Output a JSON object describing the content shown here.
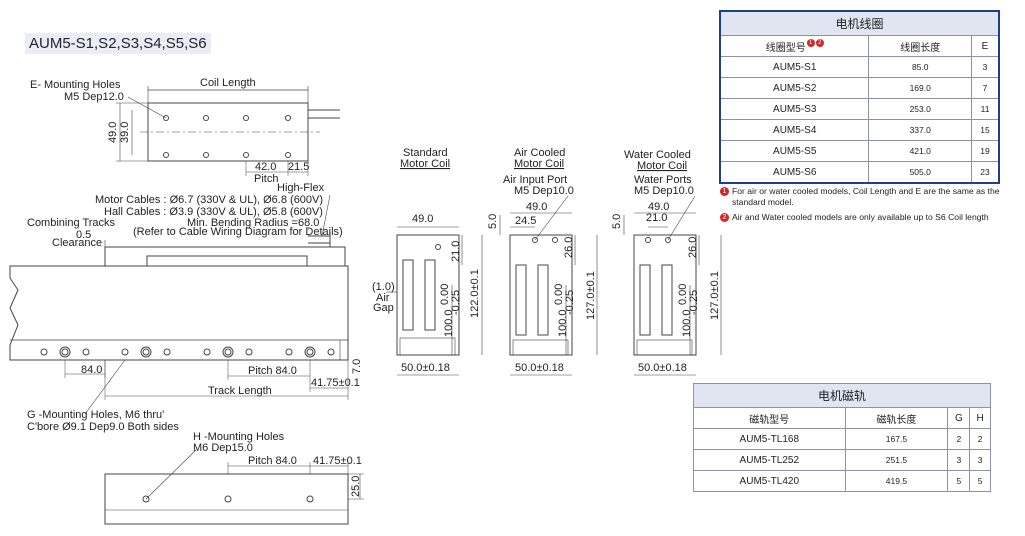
{
  "model_title": "AUM5-S1,S2,S3,S4,S5,S6",
  "top_view": {
    "mounting_holes_title": "E- Mounting Holes",
    "mounting_holes_spec": "M5 Dep12.0",
    "coil_length": "Coil Length",
    "dim_49": "49.0",
    "dim_39": "39.0",
    "dim_42": "42.0",
    "dim_21_5": "21.5",
    "pitch": "Pitch"
  },
  "side_view": {
    "high_flex": "High-Flex",
    "motor_cables": "Motor Cables : Ø6.7 (330V & UL), Ø6.8 (600V)",
    "hall_cables": "Hall Cables : Ø3.9 (330V & UL), Ø5.8 (600V)",
    "bending_radius": "Min. Bending Radius =68.0",
    "cable_ref": "(Refer to Cable Wiring Diagram for Details)",
    "combining_tracks": "Combining Tracks",
    "clearance_value": "0.5",
    "clearance": "Clearance",
    "dim_84": "84.0",
    "pitch_84": "Pitch 84.0",
    "dim_7": "7.0",
    "dim_41_75": "41.75±0.1",
    "track_length": "Track Length",
    "g_holes_1": "G -Mounting Holes, M6 thru'",
    "g_holes_2": "C'bore Ø9.1 Dep9.0 Both sides"
  },
  "bottom_view": {
    "h_holes_title": "H -Mounting Holes",
    "h_holes_spec": "M6 Dep15.0",
    "pitch_84": "Pitch 84.0",
    "dim_41_75": "41.75±0.1",
    "dim_25": "25.0"
  },
  "coils": {
    "standard": {
      "title_1": "Standard",
      "title_2": "Motor Coil",
      "width": "49.0",
      "dim_21": "21.0",
      "gap_val": "(1.0)",
      "gap_1": "Air",
      "gap_2": "Gap",
      "dim_000": "0.00",
      "dim_025": "-0.25",
      "dim_100": "100.0",
      "dim_height": "122.0±0.1",
      "base": "50.0±0.18"
    },
    "air": {
      "title_1": "Air Cooled",
      "title_2": "Motor Coil",
      "port_1": "Air Input Port",
      "port_2": "M5 Dep10.0",
      "width": "49.0",
      "dim_24_5": "24.5",
      "dim_5": "5.0",
      "dim_26": "26.0",
      "dim_000": "0.00",
      "dim_025": "-0.25",
      "dim_100": "100.0",
      "dim_height": "127.0±0.1",
      "base": "50.0±0.18"
    },
    "water": {
      "title_1": "Water Cooled",
      "title_2": "Motor Coil",
      "port_1": "Water Ports",
      "port_2": "M5 Dep10.0",
      "width": "49.0",
      "dim_21": "21.0",
      "dim_5": "5.0",
      "dim_26": "26.0",
      "dim_000": "0.00",
      "dim_025": "-0.25",
      "dim_100": "100.0",
      "dim_height": "127.0±0.1",
      "base": "50.0±0.18"
    }
  },
  "coil_table": {
    "caption": "电机线圈",
    "headers": [
      "线圈型号",
      "线圈长度",
      "E"
    ],
    "badge_1": "1",
    "badge_2": "2",
    "rows": [
      {
        "model": "AUM5-S1",
        "length": "85.0",
        "e": "3"
      },
      {
        "model": "AUM5-S2",
        "length": "169.0",
        "e": "7"
      },
      {
        "model": "AUM5-S3",
        "length": "253.0",
        "e": "11"
      },
      {
        "model": "AUM5-S4",
        "length": "337.0",
        "e": "15"
      },
      {
        "model": "AUM5-S5",
        "length": "421.0",
        "e": "19"
      },
      {
        "model": "AUM5-S6",
        "length": "505.0",
        "e": "23"
      }
    ]
  },
  "notes": [
    {
      "mark": "1",
      "text": "For air or water cooled models, Coil Length and E are the same as the standard model."
    },
    {
      "mark": "2",
      "text": "Air and Water cooled models are only available up to S6 Coil length"
    }
  ],
  "track_table": {
    "caption": "电机磁轨",
    "headers": [
      "磁轨型号",
      "磁轨长度",
      "G",
      "H"
    ],
    "rows": [
      {
        "model": "AUM5-TL168",
        "length": "167.5",
        "g": "2",
        "h": "2"
      },
      {
        "model": "AUM5-TL252",
        "length": "251.5",
        "g": "3",
        "h": "3"
      },
      {
        "model": "AUM5-TL420",
        "length": "419.5",
        "g": "5",
        "h": "5"
      }
    ]
  },
  "colors": {
    "line": "#444444",
    "header_bg": "#dfe5f1",
    "badge": "#d32626",
    "accent_border": "#1f3f8c"
  }
}
